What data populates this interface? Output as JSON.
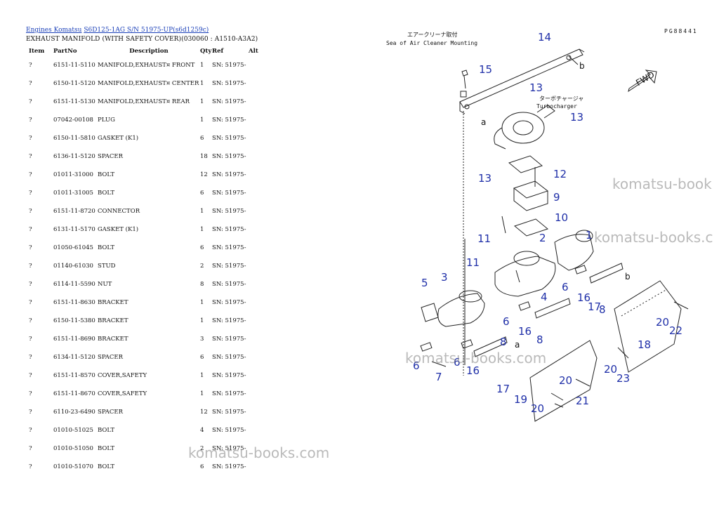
{
  "breadcrumb": {
    "engines": "Engines Komatsu",
    "model": "S6D125-1AG S/N 51975-UP(s6d1259c)"
  },
  "subtitle": "EXHAUST MANIFOLD (WITH SAFETY COVER)(030060 : A1510-A3A2)",
  "table": {
    "headers": {
      "item": "Item",
      "partno": "PartNo",
      "desc": "Description",
      "qty": "Qty",
      "ref": "Ref",
      "alt": "Alt"
    },
    "rows": [
      {
        "item": "?",
        "partno": "6151-11-5110",
        "desc": "MANIFOLD,EXHAUST¤ FRONT",
        "qty": "1",
        "ref": "SN: 51975-"
      },
      {
        "item": "?",
        "partno": "6150-11-5120",
        "desc": "MANIFOLD,EXHAUST¤ CENTER",
        "qty": "1",
        "ref": "SN: 51975-"
      },
      {
        "item": "?",
        "partno": "6151-11-5130",
        "desc": "MANIFOLD,EXHAUST¤ REAR",
        "qty": "1",
        "ref": "SN: 51975-"
      },
      {
        "item": "?",
        "partno": "07042-00108",
        "desc": "PLUG",
        "qty": "1",
        "ref": "SN: 51975-"
      },
      {
        "item": "?",
        "partno": "6150-11-5810",
        "desc": "GASKET (K1)",
        "qty": "6",
        "ref": "SN: 51975-"
      },
      {
        "item": "?",
        "partno": "6136-11-5120",
        "desc": "SPACER",
        "qty": "18",
        "ref": "SN: 51975-"
      },
      {
        "item": "?",
        "partno": "01011-31000",
        "desc": "BOLT",
        "qty": "12",
        "ref": "SN: 51975-"
      },
      {
        "item": "?",
        "partno": "01011-31005",
        "desc": "BOLT",
        "qty": "6",
        "ref": "SN: 51975-"
      },
      {
        "item": "?",
        "partno": "6151-11-8720",
        "desc": "CONNECTOR",
        "qty": "1",
        "ref": "SN: 51975-"
      },
      {
        "item": "?",
        "partno": "6131-11-5170",
        "desc": "GASKET (K1)",
        "qty": "1",
        "ref": "SN: 51975-"
      },
      {
        "item": "?",
        "partno": "01050-61045",
        "desc": "BOLT",
        "qty": "6",
        "ref": "SN: 51975-"
      },
      {
        "item": "?",
        "partno": "01140-61030",
        "desc": "STUD",
        "qty": "2",
        "ref": "SN: 51975-"
      },
      {
        "item": "?",
        "partno": "6114-11-5590",
        "desc": "NUT",
        "qty": "8",
        "ref": "SN: 51975-"
      },
      {
        "item": "?",
        "partno": "6151-11-8630",
        "desc": "BRACKET",
        "qty": "1",
        "ref": "SN: 51975-"
      },
      {
        "item": "?",
        "partno": "6150-11-5380",
        "desc": "BRACKET",
        "qty": "1",
        "ref": "SN: 51975-"
      },
      {
        "item": "?",
        "partno": "6151-11-8690",
        "desc": "BRACKET",
        "qty": "3",
        "ref": "SN: 51975-"
      },
      {
        "item": "?",
        "partno": "6134-11-5120",
        "desc": "SPACER",
        "qty": "6",
        "ref": "SN: 51975-"
      },
      {
        "item": "?",
        "partno": "6151-11-8570",
        "desc": "COVER,SAFETY",
        "qty": "1",
        "ref": "SN: 51975-"
      },
      {
        "item": "?",
        "partno": "6151-11-8670",
        "desc": "COVER,SAFETY",
        "qty": "1",
        "ref": "SN: 51975-"
      },
      {
        "item": "?",
        "partno": "6110-23-6490",
        "desc": "SPACER",
        "qty": "12",
        "ref": "SN: 51975-"
      },
      {
        "item": "?",
        "partno": "01010-51025",
        "desc": "BOLT",
        "qty": "4",
        "ref": "SN: 51975-"
      },
      {
        "item": "?",
        "partno": "01010-51050",
        "desc": "BOLT",
        "qty": "2",
        "ref": "SN: 51975-"
      },
      {
        "item": "?",
        "partno": "01010-51070",
        "desc": "BOLT",
        "qty": "6",
        "ref": "SN: 51975-"
      }
    ]
  },
  "diagram": {
    "page_code": "PG88441",
    "jp_note_1": "エアークリーナ取付",
    "en_note_1": "Sea of Air Cleaner Mounting",
    "jp_note_2": "ターボチャージャ",
    "en_note_2": "Turbocharger",
    "fwd": "FWD",
    "ref_letters": [
      "a",
      "b"
    ],
    "callouts": [
      "1",
      "2",
      "3",
      "4",
      "5",
      "6",
      "7",
      "8",
      "9",
      "10",
      "11",
      "12",
      "13",
      "14",
      "15",
      "16",
      "17",
      "18",
      "19",
      "20",
      "21",
      "22",
      "23"
    ]
  },
  "watermarks": [
    "komatsu-books.com",
    "komatsu-book",
    "komatsu-books.c",
    "komatsu-books.com"
  ]
}
